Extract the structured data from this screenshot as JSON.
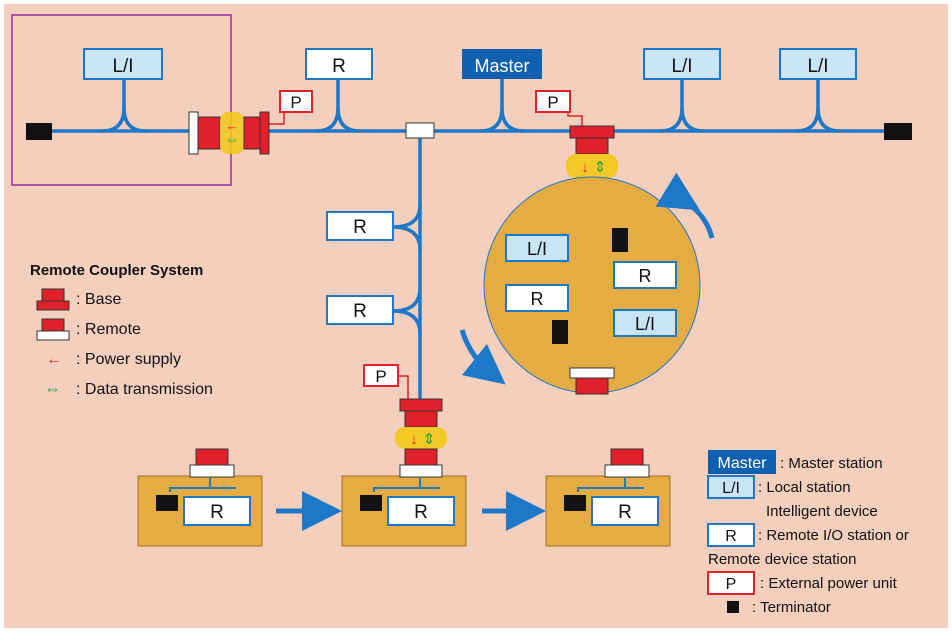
{
  "colors": {
    "background": "#f5cfbe",
    "bus": "#1e78c8",
    "station_border": "#1e78c8",
    "master_fill": "#1060b0",
    "local_fill": "#c8e4f6",
    "remote_fill": "#ffffff",
    "power_border": "#e0202a",
    "coupler_red": "#e0202a",
    "coupler_yellow": "#f2c820",
    "board_fill": "#e6ac44",
    "terminator": "#111111",
    "frame": "#9030a0",
    "arrow_power": "#e0202a",
    "arrow_data": "#20a040"
  },
  "stations": {
    "master": "Master",
    "local": "L/I",
    "remote": "R",
    "power": "P"
  },
  "legend_left": {
    "title": "Remote Coupler System",
    "base": ": Base",
    "remote": ": Remote",
    "power_supply": ": Power supply",
    "power_arrow": "←",
    "data_transmission": ": Data transmission",
    "data_arrow": "⇔"
  },
  "legend_right": {
    "master_tag": "Master",
    "master_label": ": Master station",
    "local_tag": "L/I",
    "local_line1": ": Local station",
    "local_line2": "Intelligent device",
    "remote_tag": "R",
    "remote_line1": ": Remote I/O station or",
    "remote_line2": "Remote device station",
    "power_tag": "P",
    "power_label": ": External power unit",
    "terminator_label": ": Terminator"
  }
}
